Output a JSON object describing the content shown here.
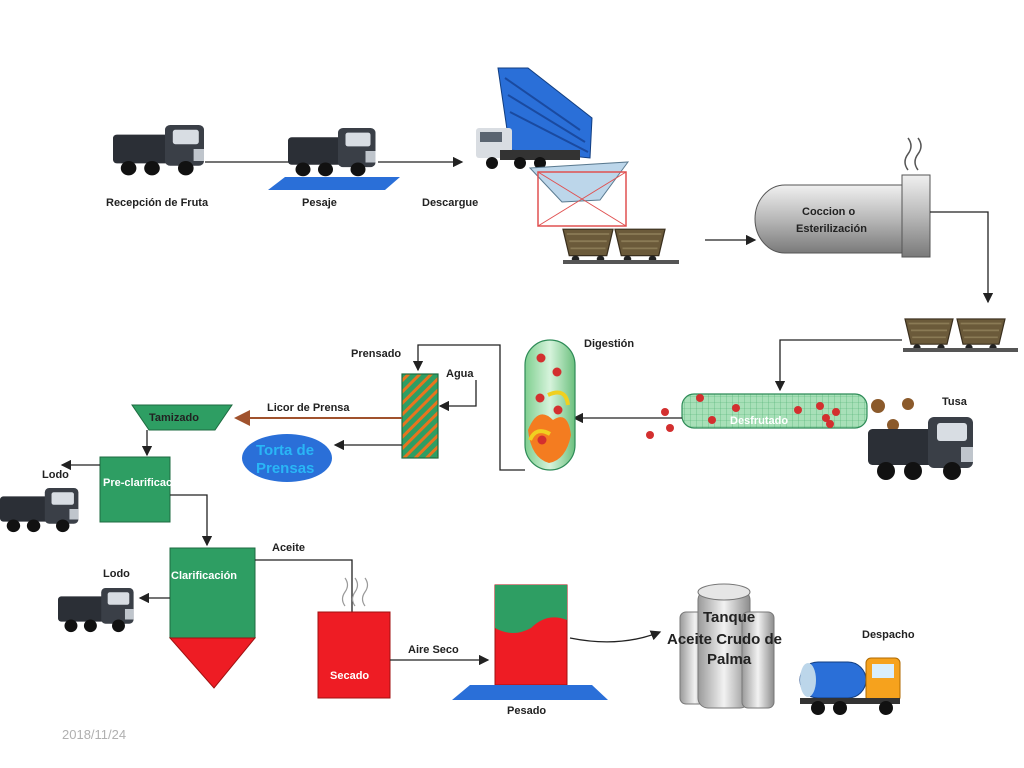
{
  "labels": {
    "recepcion": "Recepción de Fruta",
    "pesaje": "Pesaje",
    "descargue": "Descargue",
    "coccion_1": "Coccion o",
    "coccion_2": "Esterilización",
    "digestion": "Digestión",
    "prensado": "Prensado",
    "agua": "Agua",
    "tusa": "Tusa",
    "desfrutado": "Desfrutado",
    "licor": "Licor de Prensa",
    "tamizado": "Tamizado",
    "torta_1": "Torta de",
    "torta_2": "Prensas",
    "lodo_1": "Lodo",
    "preclarificacion": "Pre-clarificación",
    "lodo_2": "Lodo",
    "clarificacion": "Clarificación",
    "aceite": "Aceite",
    "secado": "Secado",
    "aire_seco": "Aire Seco",
    "pesado": "Pesado",
    "tanque_1": "Tanque",
    "tanque_2": "Aceite Crudo de",
    "tanque_3": "Palma",
    "despacho": "Despacho"
  },
  "footer": {
    "date": "2018/11/24"
  },
  "colors": {
    "green": "#2e9e63",
    "red": "#ee1c24",
    "blue": "#2a6fd8",
    "grid_green": "#a8e0b8",
    "arrow_brown": "#a0522d",
    "truck_dark": "#2b2f36"
  }
}
